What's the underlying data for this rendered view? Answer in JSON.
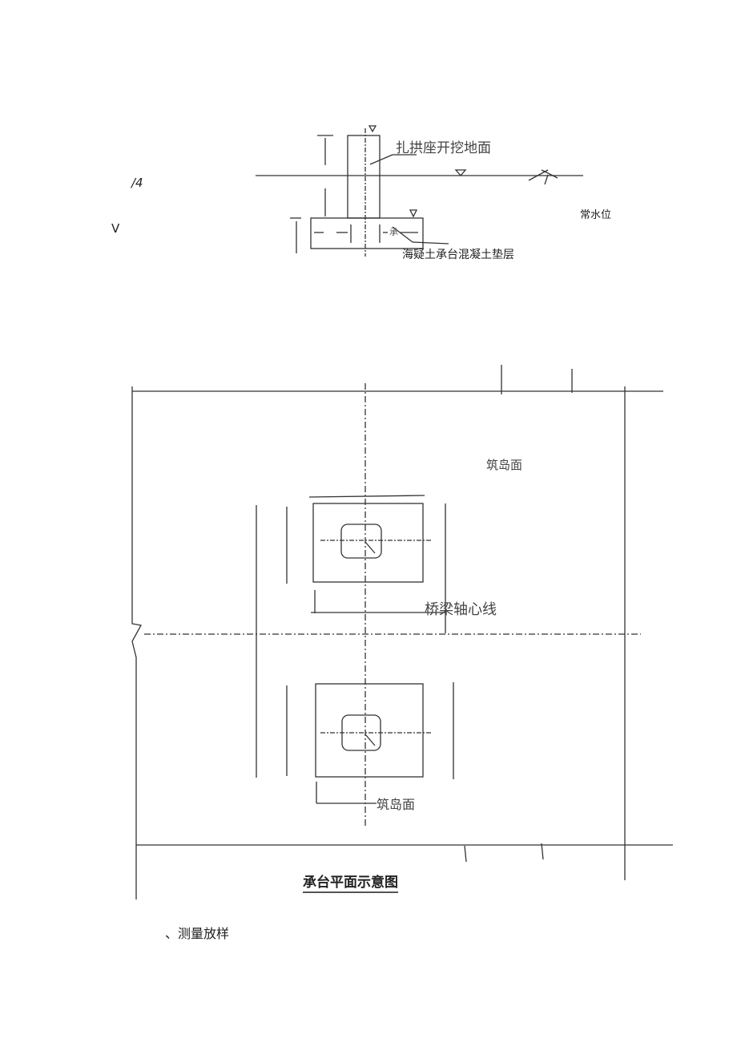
{
  "section_diagram": {
    "margin_marks": [
      "/4",
      "V"
    ],
    "label_excavation": "扎拱座开挖地面",
    "label_water_level": "常水位",
    "label_cap_mark": "承",
    "label_cushion": "海疑土承台混凝土垫层"
  },
  "plan_diagram": {
    "label_island_top": "筑岛面",
    "label_bridge_axis": "桥梁轴心线",
    "label_island_bottom": "筑岛面",
    "caption": "承台平面示意图"
  },
  "body_text": {
    "heading": "、测量放样"
  }
}
